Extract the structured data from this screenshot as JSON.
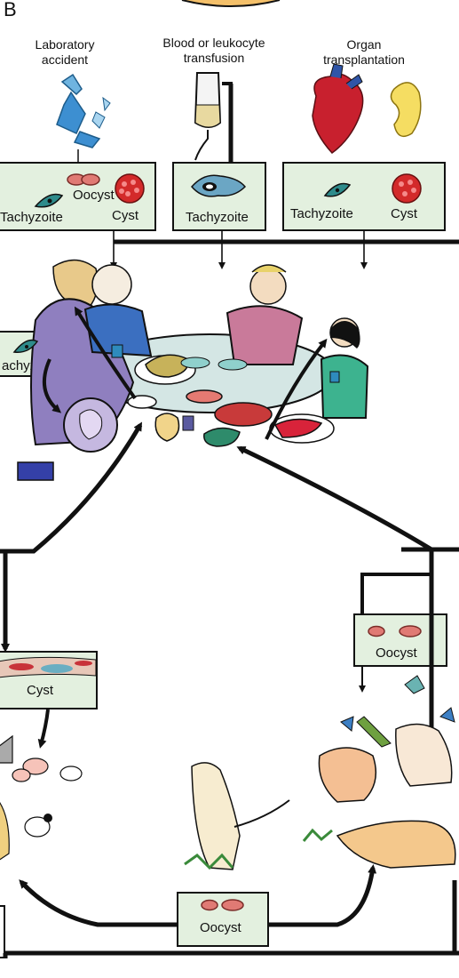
{
  "panel_label": "B",
  "sources": {
    "laboratory": {
      "line1": "Laboratory",
      "line2": "accident"
    },
    "transfusion": {
      "line1": "Blood or leukocyte",
      "line2": "transfusion"
    },
    "organ": {
      "line1": "Organ",
      "line2": "transplantation"
    }
  },
  "labels": {
    "oocyst": "Oocyst",
    "tachyzoite": "Tachyzoite",
    "cyst": "Cyst",
    "tachyzoite_cut": "achyzoite"
  },
  "colors": {
    "box_fill": "#e3f0df",
    "arrow": "#111111",
    "cyst": "#d32a2a",
    "oocyst": "#e07a74",
    "tachyzoite": "#2e8b8b",
    "fetus_woman": "#8f7fbf",
    "table": "#cfe3e0"
  }
}
